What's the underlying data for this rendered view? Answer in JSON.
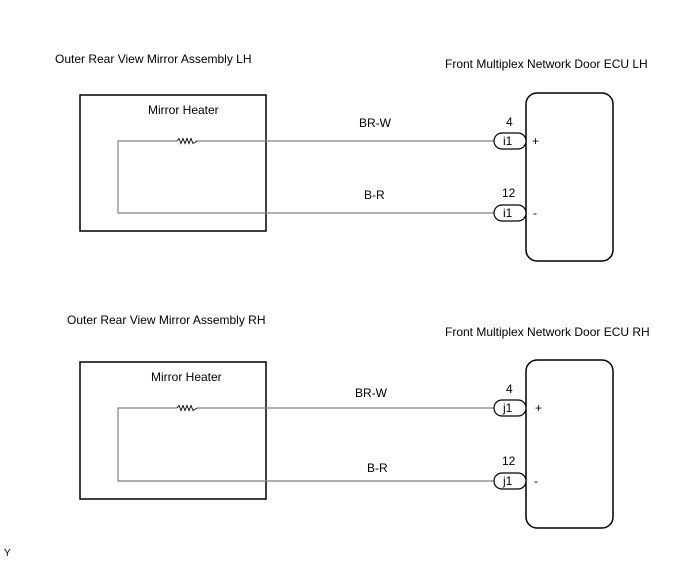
{
  "circuits": [
    {
      "id": "lh",
      "component_label": "Outer Rear View Mirror Assembly LH",
      "inner_label": "Mirror Heater",
      "resistor_icon": "resistor-icon",
      "ecu_label": "Front Multiplex Network Door ECU LH",
      "wires": [
        {
          "color_code": "BR-W",
          "pin_number": "4",
          "connector": "i1",
          "polarity": "+"
        },
        {
          "color_code": "B-R",
          "pin_number": "12",
          "connector": "i1",
          "polarity": "-"
        }
      ]
    },
    {
      "id": "rh",
      "component_label": "Outer Rear View Mirror Assembly RH",
      "inner_label": "Mirror Heater",
      "resistor_icon": "resistor-icon",
      "ecu_label": "Front Multiplex Network Door ECU RH",
      "wires": [
        {
          "color_code": "BR-W",
          "pin_number": "4",
          "connector": "j1",
          "polarity": "+"
        },
        {
          "color_code": "B-R",
          "pin_number": "12",
          "connector": "j1",
          "polarity": "-"
        }
      ]
    }
  ],
  "footer_mark": "Y"
}
